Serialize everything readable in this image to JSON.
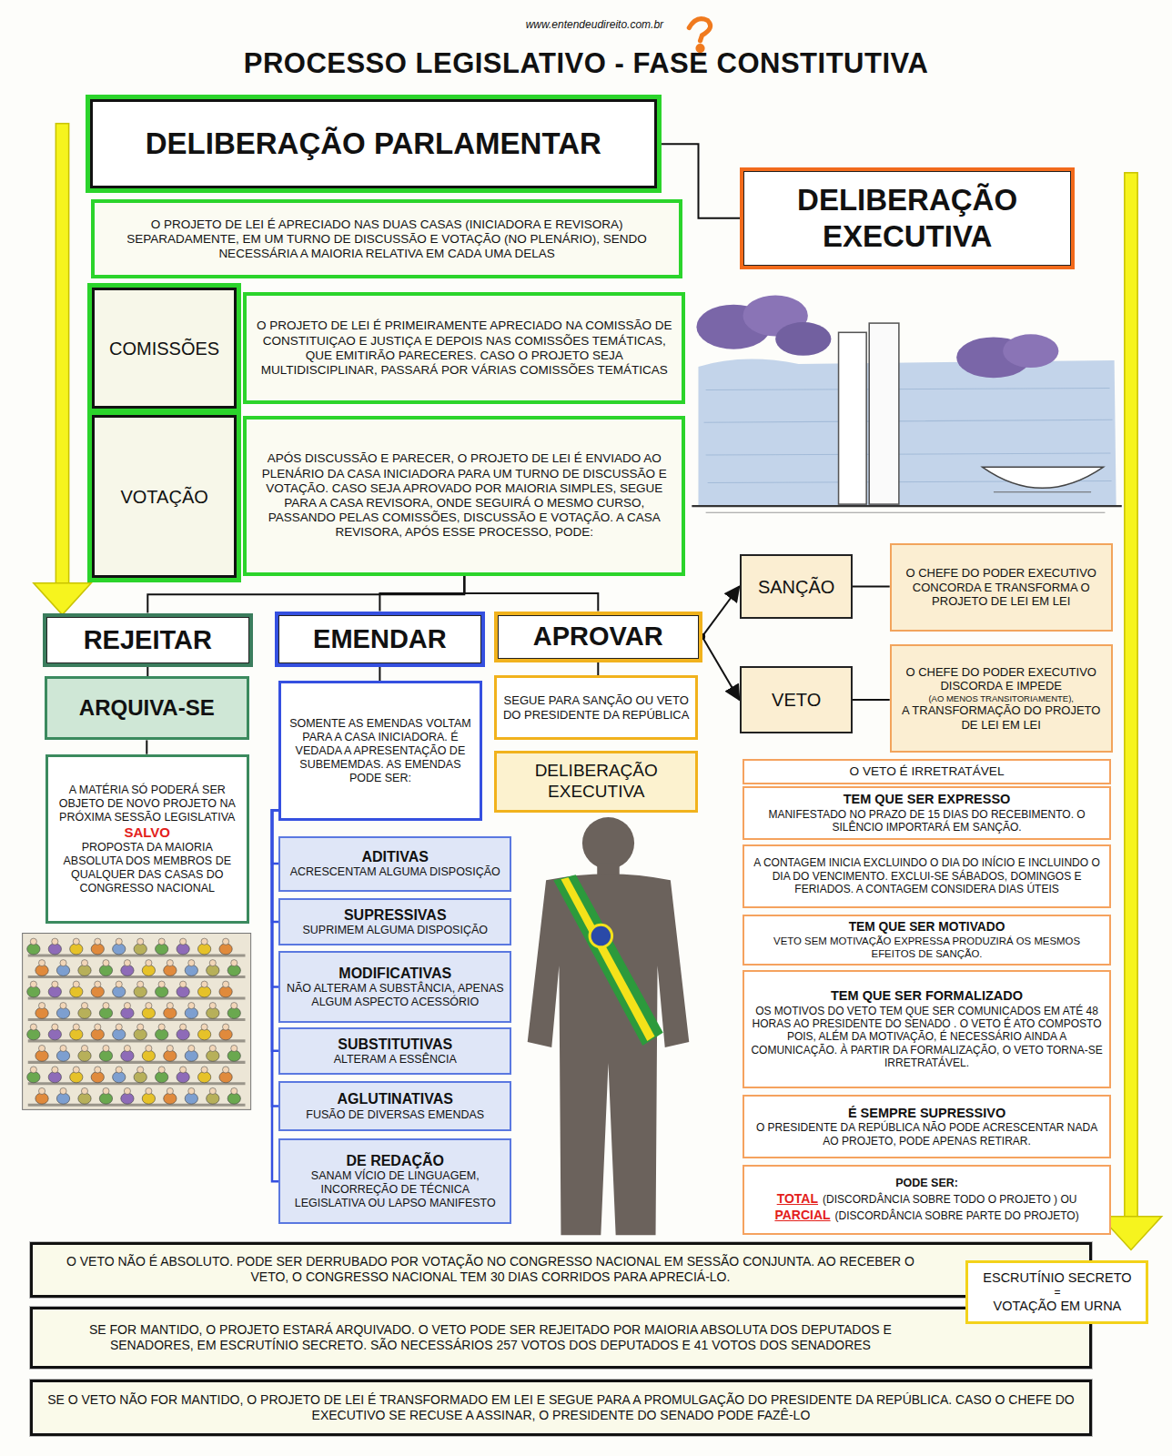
{
  "diagram": {
    "title": "PROCESSO LEGISLATIVO - FASE CONSTITUTIVA",
    "nodes": [
      {
        "text": [
          "DELIBERAÇÃO PARLAMENTAR"
        ]
      },
      {
        "text": [
          "O PROJETO DE LEI É APRECIADO NAS DUAS CASAS (INICIADORA E REVISORA) SEPARADAMENTE, EM UM TURNO DE DISCUSSÃO E VOTAÇÃO (NO PLENÁRIO), SENDO NECESSÁRIA A MAIORIA RELATIVA EM CADA UMA DELAS"
        ]
      },
      {
        "text": [
          "DELIBERAÇÃO EXECUTIVA"
        ]
      },
      {
        "text": [
          "COMISSÕES"
        ]
      },
      {
        "text": [
          "O PROJETO DE LEI É PRIMEIRAMENTE APRECIADO NA COMISSÃO DE CONSTITUIÇAO E JUSTIÇA E DEPOIS NAS COMISSÕES TEMÁTICAS, QUE EMITIRÃO PARECERES. CASO O PROJETO SEJA MULTIDISCIPLINAR, PASSARÁ POR VÁRIAS COMISSÕES TEMÁTICAS"
        ]
      },
      {
        "text": [
          "VOTAÇÃO"
        ]
      },
      {
        "text": [
          "APÓS DISCUSSÃO E PARECER, O PROJETO DE LEI É ENVIADO AO PLENÁRIO DA CASA INICIADORA PARA UM TURNO DE DISCUSSÃO E VOTAÇÃO. CASO SEJA APROVADO POR MAIORIA SIMPLES, SEGUE PARA A CASA REVISORA, ONDE SEGUIRÁ O MESMO CURSO, PASSANDO PELAS COMISSÕES, DISCUSSÃO E VOTAÇÃO. A CASA REVISORA, APÓS ESSE PROCESSO, PODE:"
        ]
      },
      {
        "text": [
          "SANÇÃO"
        ]
      },
      {
        "text": [
          "O CHEFE DO PODER EXECUTIVO CONCORDA E TRANSFORMA O PROJETO DE LEI EM LEI"
        ]
      },
      {
        "text": [
          "VETO"
        ]
      },
      {
        "text": [
          "O CHEFE DO PODER EXECUTIVO DISCORDA E IMPEDE",
          "(AO MENOS TRANSITORIAMENTE),",
          "A TRANSFORMAÇÃO DO PROJETO DE LEI EM LEI"
        ]
      },
      {
        "text": [
          "REJEITAR"
        ]
      },
      {
        "text": [
          "EMENDAR"
        ]
      },
      {
        "text": [
          "APROVAR"
        ]
      },
      {
        "text": [
          "ARQUIVA-SE"
        ]
      },
      {
        "text": [
          "A MATÉRIA SÓ PODERÁ SER OBJETO DE NOVO PROJETO NA PRÓXIMA SESSÃO LEGISLATIVA",
          "SALVO",
          "PROPOSTA DA MAIORIA ABSOLUTA DOS MEMBROS DE QUALQUER DAS CASAS DO CONGRESSO NACIONAL"
        ]
      },
      {
        "text": [
          "SOMENTE AS EMENDAS VOLTAM PARA A CASA INICIADORA. É VEDADA A APRESENTAÇÃO DE SUBEMEMDAS. AS EMENDAS PODE SER:"
        ]
      },
      {
        "text": [
          "SEGUE PARA SANÇÃO OU VETO DO PRESIDENTE DA REPÚBLICA"
        ]
      },
      {
        "text": [
          "DELIBERAÇÃO EXECUTIVA"
        ]
      },
      {
        "text": [
          "ADITIVAS",
          "ACRESCENTAM ALGUMA DISPOSIÇÃO"
        ]
      },
      {
        "text": [
          "SUPRESSIVAS",
          "SUPRIMEM ALGUMA DISPOSIÇÃO"
        ]
      },
      {
        "text": [
          "MODIFICATIVAS",
          "NÃO ALTERAM A SUBSTÂNCIA, APENAS ALGUM ASPECTO ACESSÓRIO"
        ]
      },
      {
        "text": [
          "SUBSTITUTIVAS",
          "ALTERAM A ESSÊNCIA"
        ]
      },
      {
        "text": [
          "AGLUTINATIVAS",
          "FUSÃO DE DIVERSAS EMENDAS"
        ]
      },
      {
        "text": [
          "DE REDAÇÃO",
          "SANAM VÍCIO DE LINGUAGEM, INCORREÇÃO DE TÉCNICA LEGISLATIVA OU LAPSO MANIFESTO"
        ]
      },
      {
        "text": [
          "O VETO É IRRETRATÁVEL"
        ]
      },
      {
        "text": [
          "TEM QUE SER EXPRESSO",
          "MANIFESTADO NO PRAZO DE 15 DIAS DO RECEBIMENTO. O SILÊNCIO IMPORTARÁ EM SANÇÃO."
        ]
      },
      {
        "text": [
          "A CONTAGEM INICIA EXCLUINDO O DIA DO INÍCIO E INCLUINDO O DIA DO VENCIMENTO. EXCLUI-SE SÁBADOS, DOMINGOS E FERIADOS. A CONTAGEM CONSIDERA DIAS ÚTEIS"
        ]
      },
      {
        "text": [
          "TEM QUE SER MOTIVADO",
          "VETO SEM MOTIVAÇÃO EXPRESSA PRODUZIRÁ OS MESMOS EFEITOS DE SANÇÃO."
        ]
      },
      {
        "text": [
          "TEM QUE SER FORMALIZADO",
          "OS MOTIVOS DO VETO TEM QUE SER COMUNICADOS EM ATÉ 48 HORAS AO PRESIDENTE DO SENADO . O VETO É ATO COMPOSTO POIS, ALÉM DA MOTIVAÇÃO, É NECESSÁRIO AINDA A COMUNICAÇÃO. À PARTIR DA FORMALIZAÇÃO, O VETO TORNA-SE IRRETRATÁVEL."
        ]
      },
      {
        "text": [
          "É SEMPRE SUPRESSIVO",
          "O PRESIDENTE DA REPÚBLICA NÃO PODE ACRESCENTAR NADA AO PROJETO, PODE APENAS RETIRAR."
        ]
      },
      {
        "text": [
          "PODE SER:",
          "TOTAL",
          "(DISCORDÂNCIA SOBRE TODO O PROJETO ) OU",
          "PARCIAL",
          "(DISCORDÂNCIA SOBRE PARTE DO PROJETO)"
        ]
      },
      {
        "text": [
          "O VETO NÃO É ABSOLUTO. PODE SER DERRUBADO POR VOTAÇÃO NO CONGRESSO NACIONAL EM SESSÃO CONJUNTA. AO RECEBER O VETO, O CONGRESSO NACIONAL TEM 30 DIAS CORRIDOS PARA APRECIÁ-LO."
        ]
      },
      {
        "text": [
          "SE FOR MANTIDO, O PROJETO ESTARÁ ARQUIVADO. O VETO PODE SER REJEITADO POR MAIORIA ABSOLUTA DOS DEPUTADOS E SENADORES, EM ESCRUTÍNIO SECRETO. SÃO NECESSÁRIOS 257 VOTOS DOS DEPUTADOS E 41 VOTOS DOS SENADORES"
        ]
      },
      {
        "text": [
          "SE O VETO NÃO FOR MANTIDO, O PROJETO DE LEI É TRANSFORMADO EM LEI E SEGUE PARA A PROMULGAÇÃO DO PRESIDENTE DA REPÚBLICA. CASO O CHEFE DO EXECUTIVO SE RECUSE A ASSINAR, O PRESIDENTE DO SENADO PODE FAZÊ-LO"
        ]
      },
      {
        "text": [
          "ESCRUTÍNIO SECRETO",
          "=",
          "VOTAÇÃO EM URNA"
        ]
      }
    ],
    "edges": [
      {
        "from": 0,
        "to": 2,
        "arrow": "none"
      },
      {
        "from": 6,
        "to": 11,
        "arrow": "none"
      },
      {
        "from": 6,
        "to": 12,
        "arrow": "none"
      },
      {
        "from": 6,
        "to": 13,
        "arrow": "none"
      },
      {
        "from": 11,
        "to": 14,
        "arrow": "none"
      },
      {
        "from": 14,
        "to": 15,
        "arrow": "none"
      },
      {
        "from": 12,
        "to": 16,
        "arrow": "none"
      },
      {
        "from": 13,
        "to": 17,
        "arrow": "none"
      },
      {
        "from": 13,
        "to": 7,
        "arrow": "to"
      },
      {
        "from": 13,
        "to": 9,
        "arrow": "to"
      },
      {
        "from": 7,
        "to": 8,
        "arrow": "none"
      },
      {
        "from": 9,
        "to": 10,
        "arrow": "none"
      },
      {
        "from": 16,
        "to": 19,
        "arrow": "none"
      },
      {
        "from": 16,
        "to": 20,
        "arrow": "none"
      },
      {
        "from": 16,
        "to": 21,
        "arrow": "none"
      },
      {
        "from": 16,
        "to": 22,
        "arrow": "none"
      },
      {
        "from": 16,
        "to": 23,
        "arrow": "none"
      },
      {
        "from": 16,
        "to": 24,
        "arrow": "none"
      }
    ],
    "labels": [
      "www.entendeudireito.com.br"
    ]
  }
}
